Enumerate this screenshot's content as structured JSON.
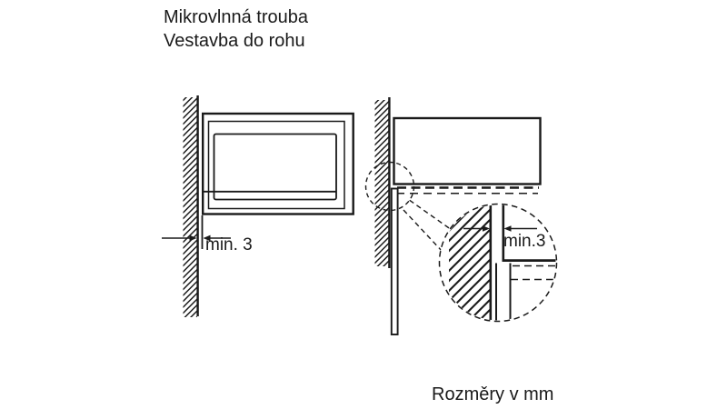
{
  "colors": {
    "ink": "#1a1a1a",
    "background": "#ffffff"
  },
  "title": {
    "line1": "Mikrovlnná trouba",
    "line2": "Vestavba do rohu"
  },
  "diagrams": {
    "left": {
      "dimension_label": "min. 3"
    },
    "right": {
      "dimension_label": "min.3"
    }
  },
  "caption": "Rozměry v mm"
}
